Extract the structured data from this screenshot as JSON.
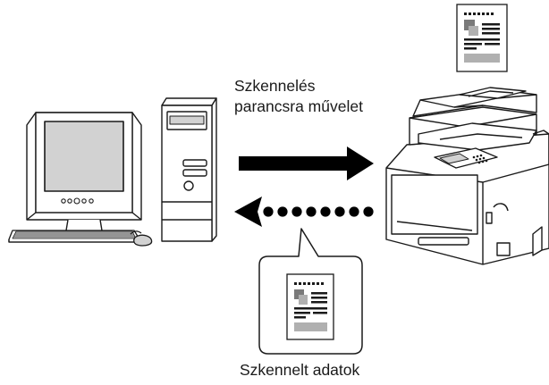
{
  "scan_command": {
    "line1": "Szkennelés",
    "line2": "parancsra művelet"
  },
  "scanned_data_label": "Szkennelt adatok",
  "icons": {
    "computer": "desktop-computer-icon",
    "printer": "multifunction-printer-icon",
    "document": "document-icon"
  },
  "colors": {
    "stroke": "#1a1a1a",
    "panel_gray": "#d2d2d2",
    "doc_block": "#7a7a7a",
    "doc_bar": "#b0b0b0"
  }
}
